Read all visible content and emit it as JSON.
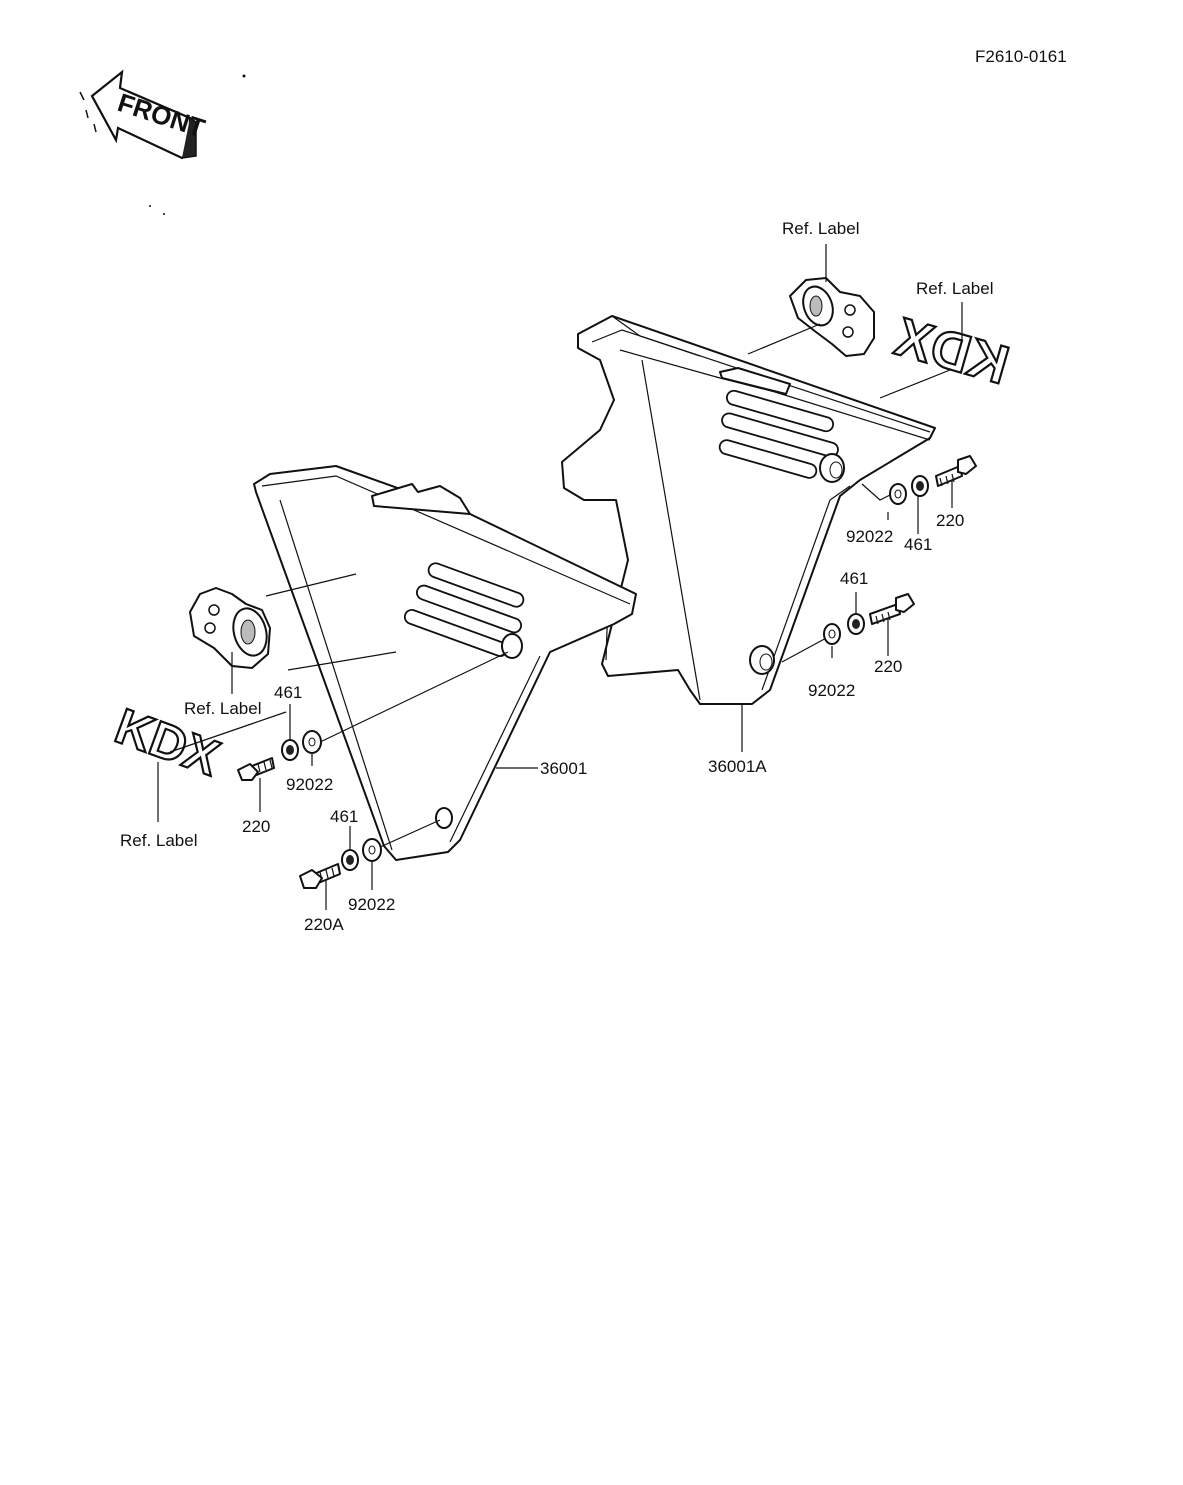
{
  "drawing_code": "F2610-0161",
  "front_arrow_text": "FRONT",
  "badge_text": "KDX",
  "labels": {
    "ref_label_top": "Ref.  Label",
    "ref_label_right": "Ref. Label",
    "ref_label_left_mid": "Ref.  Label",
    "ref_label_left_bottom": "Ref. Label",
    "part_36001": "36001",
    "part_36001A": "36001A",
    "r_92022_top": "92022",
    "r_461_top": "461",
    "r_220_top": "220",
    "r_461_mid": "461",
    "r_92022_mid": "92022",
    "r_220_mid": "220",
    "l_461_top": "461",
    "l_92022_top": "92022",
    "l_220": "220",
    "l_461_bot": "461",
    "l_92022_bot": "92022",
    "l_220A": "220A"
  }
}
